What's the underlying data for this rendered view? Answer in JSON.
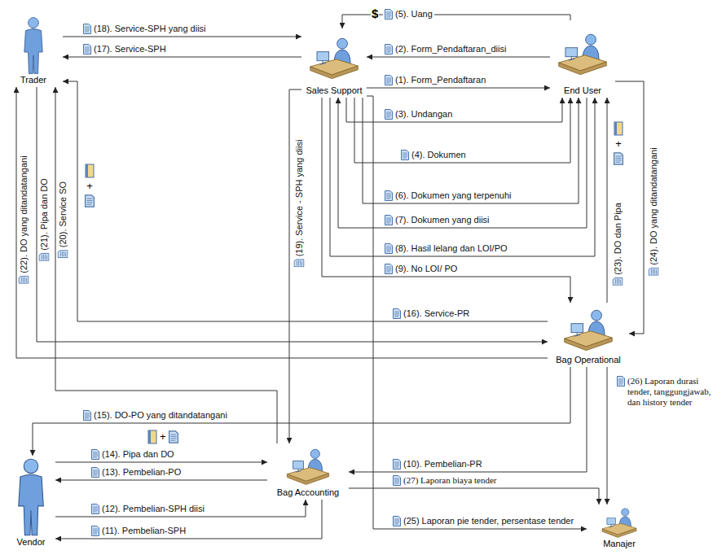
{
  "diagram": {
    "nodes": [
      {
        "text": [
          "Trader"
        ]
      },
      {
        "text": [
          "Sales Support"
        ]
      },
      {
        "text": [
          "End User"
        ]
      },
      {
        "text": [
          "Bag Operational"
        ]
      },
      {
        "text": [
          "Bag Accounting"
        ]
      },
      {
        "text": [
          "Vendor"
        ]
      },
      {
        "text": [
          "Manajer"
        ]
      }
    ],
    "edges": [
      {
        "from": 1,
        "to": 2,
        "arrow": "to",
        "label": "(1). Form_Pendaftaran"
      },
      {
        "from": 2,
        "to": 1,
        "arrow": "to",
        "label": "(2). Form_Pendaftaran_diisi"
      },
      {
        "from": 1,
        "to": 2,
        "arrow": "to",
        "label": "(3). Undangan"
      },
      {
        "from": 1,
        "to": 2,
        "arrow": "to",
        "label": "(4). Dokumen"
      },
      {
        "from": 2,
        "to": 1,
        "arrow": "to",
        "label": "(5). Uang"
      },
      {
        "from": 1,
        "to": 2,
        "arrow": "to",
        "label": "(6). Dokumen yang terpenuhi"
      },
      {
        "from": 2,
        "to": 1,
        "arrow": "to",
        "label": "(7). Dokumen yang diisi"
      },
      {
        "from": 1,
        "to": 2,
        "arrow": "to",
        "label": "(8). Hasil lelang dan LOI/PO"
      },
      {
        "from": 1,
        "to": 3,
        "arrow": "to",
        "label": "(9). No LOI/ PO"
      },
      {
        "from": 3,
        "to": 4,
        "arrow": "to",
        "label": "(10). Pembelian-PR"
      },
      {
        "from": 4,
        "to": 5,
        "arrow": "to",
        "label": "(11). Pembelian-SPH"
      },
      {
        "from": 5,
        "to": 4,
        "arrow": "to",
        "label": "(12). Pembelian-SPH diisi"
      },
      {
        "from": 4,
        "to": 5,
        "arrow": "to",
        "label": "(13). Pembelian-PO"
      },
      {
        "from": 5,
        "to": 4,
        "arrow": "to",
        "label": "(14). Pipa dan DO"
      },
      {
        "from": 3,
        "to": 5,
        "arrow": "to",
        "label": "(15). DO-PO yang ditandatangani"
      },
      {
        "from": 3,
        "to": 0,
        "arrow": "to",
        "label": "(16). Service-PR"
      },
      {
        "from": 1,
        "to": 0,
        "arrow": "to",
        "label": "(17). Service-SPH"
      },
      {
        "from": 0,
        "to": 1,
        "arrow": "to",
        "label": "(18). Service-SPH yang diisi"
      },
      {
        "from": 1,
        "to": 4,
        "arrow": "to",
        "label": "(19). Service - SPH yang diisi"
      },
      {
        "from": 4,
        "to": 0,
        "arrow": "to",
        "label": "(20). Service SO"
      },
      {
        "from": 0,
        "to": 3,
        "arrow": "to",
        "label": "(21). Pipa dan DO"
      },
      {
        "from": 3,
        "to": 0,
        "arrow": "to",
        "label": "(22). DO yang ditandatangani"
      },
      {
        "from": 3,
        "to": 2,
        "arrow": "to",
        "label": "(23). DO dan Pipa"
      },
      {
        "from": 2,
        "to": 3,
        "arrow": "to",
        "label": "(24). DO yang ditandatangani"
      },
      {
        "from": 1,
        "to": 6,
        "arrow": "to",
        "label": "(25) Laporan pie tender, persentase tender"
      },
      {
        "from": 3,
        "to": 6,
        "arrow": "to",
        "label": "(26) Laporan durasi tender, tanggungjawab, dan history tender"
      },
      {
        "from": 4,
        "to": 6,
        "arrow": "to",
        "label": "(27) Laporan biaya tender"
      }
    ],
    "labels": [
      "$",
      "+",
      "+",
      "+"
    ]
  }
}
